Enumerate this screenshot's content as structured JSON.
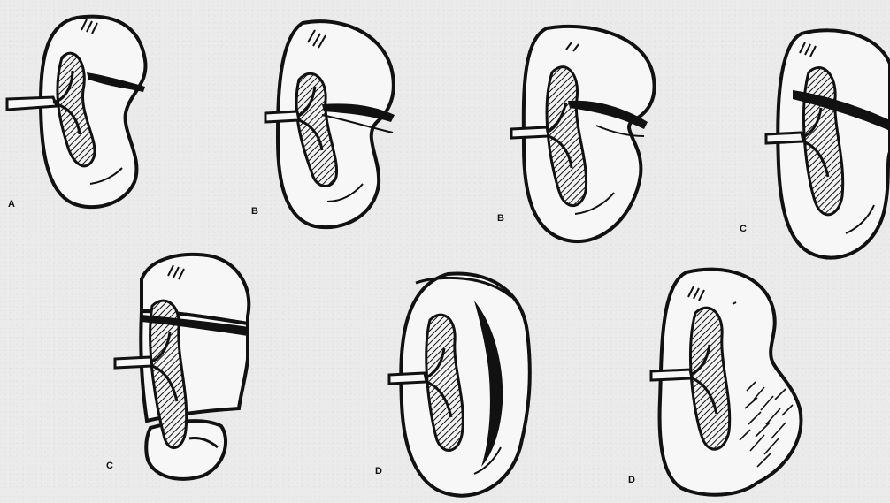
{
  "figure": {
    "panel_labels": {
      "p1": "A",
      "p2": "B",
      "p3": "B",
      "p4": "C",
      "p5": "C",
      "p6": "D",
      "p7": "D"
    }
  }
}
